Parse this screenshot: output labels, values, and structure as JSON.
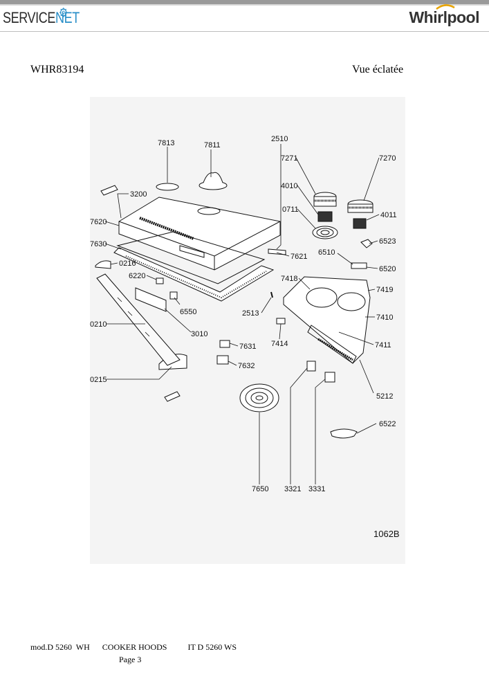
{
  "header": {
    "brand_left_prefix": "SERVICE",
    "brand_left_suffix": "NET",
    "brand_right": "Whirlpool"
  },
  "doc": {
    "model": "WHR83194",
    "view_title": "Vue éclatée"
  },
  "diagram": {
    "drawing_number": "1062B",
    "parts": {
      "p7813": "7813",
      "p7811": "7811",
      "p2510": "2510",
      "p7271": "7271",
      "p7270": "7270",
      "p4010": "4010",
      "p0711": "0711",
      "p4011": "4011",
      "p3200": "3200",
      "p7620": "7620",
      "p7630": "7630",
      "p0216": "0216",
      "p6220": "6220",
      "p7621": "7621",
      "p6510": "6510",
      "p6523": "6523",
      "p6520": "6520",
      "p7418": "7418",
      "p7419": "7419",
      "p6550": "6550",
      "p2513": "2513",
      "p7410": "7410",
      "p0210": "0210",
      "p3010": "3010",
      "p7414": "7414",
      "p7411": "7411",
      "p7631": "7631",
      "p7632": "7632",
      "p0215": "0215",
      "p5212": "5212",
      "p6522": "6522",
      "p7650": "7650",
      "p3321": "3321",
      "p3331": "3331"
    }
  },
  "footer": {
    "line1": "mod.D 5260  WH      COOKER HOODS          IT D 5260 WS",
    "page": "Page 3"
  }
}
